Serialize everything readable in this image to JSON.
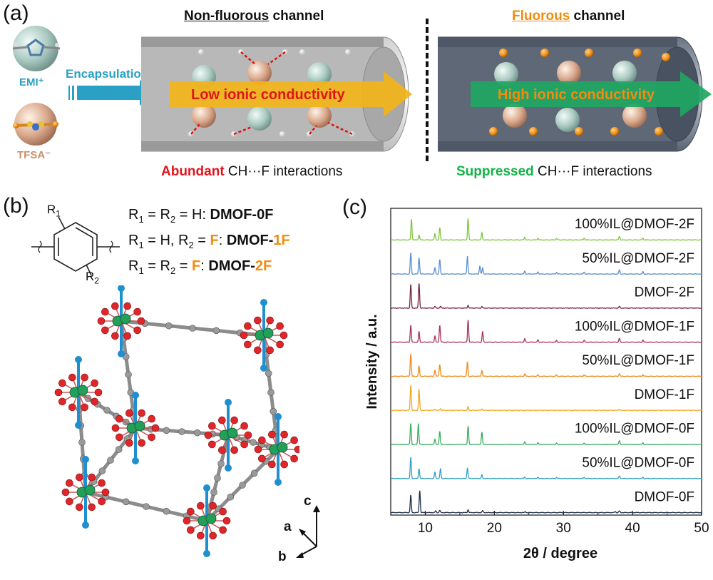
{
  "panel_a": {
    "label": "(a)",
    "encapsulation": "Encapsulation",
    "cation": "EMI⁺",
    "anion": "TFSA⁻",
    "left_channel": {
      "title_underlined": "Non-fluorous",
      "title_rest": " channel",
      "arrow_text": "Low ionic conductivity",
      "interaction_bold": "Abundant",
      "interaction_rest": " CH···F interactions"
    },
    "right_channel": {
      "title_underlined": "Fluorous",
      "title_rest": " channel",
      "arrow_text": "High ionic conductivity",
      "interaction_bold": "Suppressed",
      "interaction_rest": " CH···F interactions"
    },
    "colors": {
      "cation": "#a9c9c0",
      "anion": "#d9a88c",
      "fluorine": "#ef8a10",
      "low_arrow": "#f2b419",
      "high_arrow": "#20a763",
      "left_pipe": "#9a9a9a",
      "right_pipe": "#4e5866"
    }
  },
  "panel_b": {
    "label": "(b)",
    "r1": "R",
    "r1_sub": "1",
    "r2": "R",
    "r2_sub": "2",
    "lines": [
      {
        "pre": "R",
        "s1": "1",
        "mid": " = R",
        "s2": "2",
        "post": " = H: ",
        "bold_a": "DMOF-0F",
        "bold_b": "",
        "b_orange": false
      },
      {
        "pre": "R",
        "s1": "1",
        "mid": " = H, R",
        "s2": "2",
        "post": " = ",
        "f": "F",
        "post2": ": ",
        "bold_a": "DMOF-",
        "bold_b": "1F",
        "b_orange": true
      },
      {
        "pre": "R",
        "s1": "1",
        "mid": " = R",
        "s2": "2",
        "post": " = ",
        "f": "F",
        "post2": ": ",
        "bold_a": "DMOF-",
        "bold_b": "2F",
        "b_orange": true
      }
    ],
    "axes": {
      "a": "a",
      "b": "b",
      "c": "c"
    }
  },
  "panel_c": {
    "label": "(c)"
  },
  "chart_data": {
    "type": "line",
    "xlabel": "2θ / degree",
    "ylabel": "Intensity / a.u.",
    "xlim": [
      5,
      50
    ],
    "xticks": [
      10,
      20,
      30,
      40,
      50
    ],
    "series": [
      {
        "name": "DMOF-0F",
        "color": "#1c2d45",
        "peaks": [
          [
            7.9,
            0.62
          ],
          [
            9.2,
            0.78
          ],
          [
            11.5,
            0.06
          ],
          [
            12.1,
            0.08
          ],
          [
            16.2,
            0.1
          ],
          [
            18.3,
            0.07
          ],
          [
            24.5,
            0.03
          ],
          [
            37.5,
            0.04
          ],
          [
            38.1,
            0.06
          ]
        ]
      },
      {
        "name": "50%IL@DMOF-0F",
        "color": "#2e9fc7",
        "peaks": [
          [
            7.9,
            0.75
          ],
          [
            9.1,
            0.35
          ],
          [
            11.4,
            0.22
          ],
          [
            12.2,
            0.35
          ],
          [
            16.1,
            0.38
          ],
          [
            18.2,
            0.12
          ],
          [
            24.4,
            0.05
          ],
          [
            26.3,
            0.05
          ],
          [
            29.0,
            0.04
          ],
          [
            33.0,
            0.04
          ],
          [
            38.1,
            0.09
          ],
          [
            41.5,
            0.04
          ]
        ]
      },
      {
        "name": "100%IL@DMOF-0F",
        "color": "#3bab5c",
        "peaks": [
          [
            7.9,
            0.75
          ],
          [
            9.0,
            0.74
          ],
          [
            11.4,
            0.19
          ],
          [
            12.1,
            0.46
          ],
          [
            16.2,
            0.64
          ],
          [
            18.2,
            0.43
          ],
          [
            24.4,
            0.1
          ],
          [
            26.3,
            0.07
          ],
          [
            29.0,
            0.05
          ],
          [
            33.0,
            0.05
          ],
          [
            38.1,
            0.14
          ],
          [
            41.5,
            0.06
          ]
        ]
      },
      {
        "name": "DMOF-1F",
        "color": "#f3a51f",
        "peaks": [
          [
            7.9,
            0.9
          ],
          [
            9.1,
            0.75
          ],
          [
            11.4,
            0.05
          ],
          [
            12.2,
            0.06
          ],
          [
            16.2,
            0.12
          ],
          [
            18.2,
            0.05
          ],
          [
            38.1,
            0.05
          ]
        ]
      },
      {
        "name": "50%IL@DMOF-1F",
        "color": "#ef8a1a",
        "peaks": [
          [
            7.9,
            0.8
          ],
          [
            9.1,
            0.36
          ],
          [
            11.4,
            0.22
          ],
          [
            12.1,
            0.42
          ],
          [
            16.1,
            0.51
          ],
          [
            18.2,
            0.2
          ],
          [
            24.4,
            0.08
          ],
          [
            26.3,
            0.05
          ],
          [
            29.0,
            0.04
          ],
          [
            33.0,
            0.05
          ],
          [
            38.1,
            0.1
          ],
          [
            41.5,
            0.05
          ]
        ]
      },
      {
        "name": "100%IL@DMOF-1F",
        "color": "#a93057",
        "peaks": [
          [
            7.9,
            0.6
          ],
          [
            9.1,
            0.38
          ],
          [
            11.4,
            0.22
          ],
          [
            12.1,
            0.6
          ],
          [
            16.2,
            0.78
          ],
          [
            18.3,
            0.38
          ],
          [
            24.4,
            0.12
          ],
          [
            26.3,
            0.08
          ],
          [
            29.0,
            0.06
          ],
          [
            33.0,
            0.06
          ],
          [
            38.1,
            0.14
          ],
          [
            41.5,
            0.07
          ]
        ]
      },
      {
        "name": "DMOF-2F",
        "color": "#7a2245",
        "peaks": [
          [
            7.9,
            0.84
          ],
          [
            9.1,
            0.88
          ],
          [
            11.4,
            0.06
          ],
          [
            12.2,
            0.06
          ],
          [
            16.2,
            0.1
          ],
          [
            18.2,
            0.05
          ],
          [
            38.1,
            0.06
          ]
        ]
      },
      {
        "name": "50%IL@DMOF-2F",
        "color": "#5a8fcf",
        "peaks": [
          [
            7.9,
            0.75
          ],
          [
            9.1,
            0.58
          ],
          [
            11.4,
            0.22
          ],
          [
            12.1,
            0.51
          ],
          [
            16.1,
            0.64
          ],
          [
            17.9,
            0.28
          ],
          [
            18.3,
            0.22
          ],
          [
            24.4,
            0.1
          ],
          [
            26.3,
            0.08
          ],
          [
            29.0,
            0.06
          ],
          [
            33.0,
            0.06
          ],
          [
            38.1,
            0.15
          ],
          [
            41.5,
            0.08
          ]
        ]
      },
      {
        "name": "100%IL@DMOF-2F",
        "color": "#7dc439",
        "peaks": [
          [
            8.0,
            0.73
          ],
          [
            9.1,
            0.18
          ],
          [
            11.4,
            0.22
          ],
          [
            12.1,
            0.43
          ],
          [
            16.2,
            0.75
          ],
          [
            18.2,
            0.25
          ],
          [
            24.4,
            0.1
          ],
          [
            26.3,
            0.06
          ],
          [
            29.0,
            0.05
          ],
          [
            33.0,
            0.06
          ],
          [
            38.1,
            0.13
          ],
          [
            41.5,
            0.06
          ]
        ]
      }
    ]
  }
}
